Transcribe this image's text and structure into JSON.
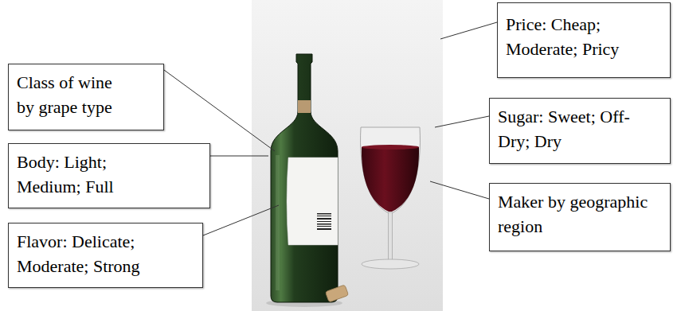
{
  "diagram": {
    "nodes": [
      {
        "text": [
          "Class of wine by grape type"
        ]
      },
      {
        "text": [
          "Body: Light; Medium; Full"
        ]
      },
      {
        "text": [
          "Flavor: Delicate; Moderate; Strong"
        ]
      },
      {
        "text": [
          "Price: Cheap; Moderate; Pricy"
        ]
      },
      {
        "text": [
          "Sugar: Sweet; Off-Dry; Dry"
        ]
      },
      {
        "text": [
          "Maker by geographic region"
        ]
      }
    ]
  }
}
